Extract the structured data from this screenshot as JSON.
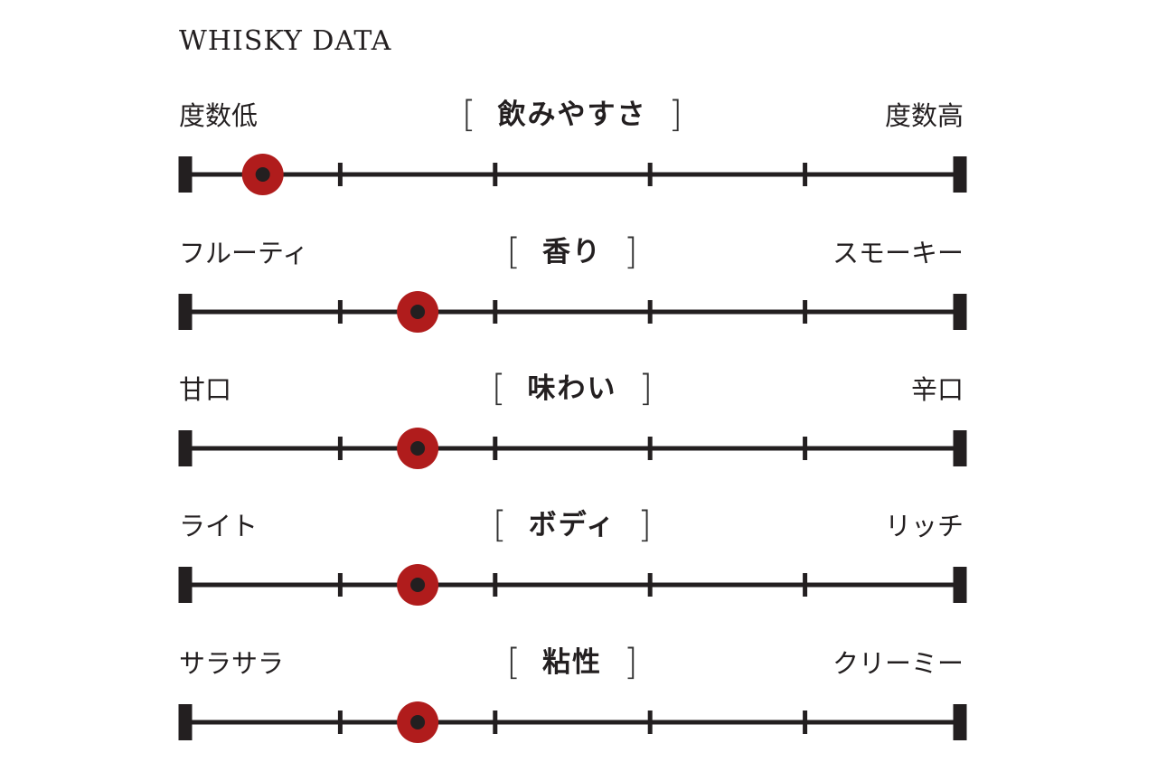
{
  "title": "WHISKY DATA",
  "colors": {
    "line": "#231f20",
    "marker": "#b01c1c",
    "marker_center": "#231f20"
  },
  "chart_data": {
    "type": "scatter",
    "title": "WHISKY DATA",
    "scale_min": 0,
    "scale_max": 5,
    "ticks": [
      0,
      1,
      2,
      3,
      4,
      5
    ],
    "rows": [
      {
        "category": "飲みやすさ",
        "left_label": "度数低",
        "right_label": "度数高",
        "value": 0.5
      },
      {
        "category": "香り",
        "left_label": "フルーティ",
        "right_label": "スモーキー",
        "value": 1.5
      },
      {
        "category": "味わい",
        "left_label": "甘口",
        "right_label": "辛口",
        "value": 1.5
      },
      {
        "category": "ボディ",
        "left_label": "ライト",
        "right_label": "リッチ",
        "value": 1.5
      },
      {
        "category": "粘性",
        "left_label": "サラサラ",
        "right_label": "クリーミー",
        "value": 1.5
      }
    ],
    "brackets": {
      "open": "[",
      "close": "]"
    }
  }
}
